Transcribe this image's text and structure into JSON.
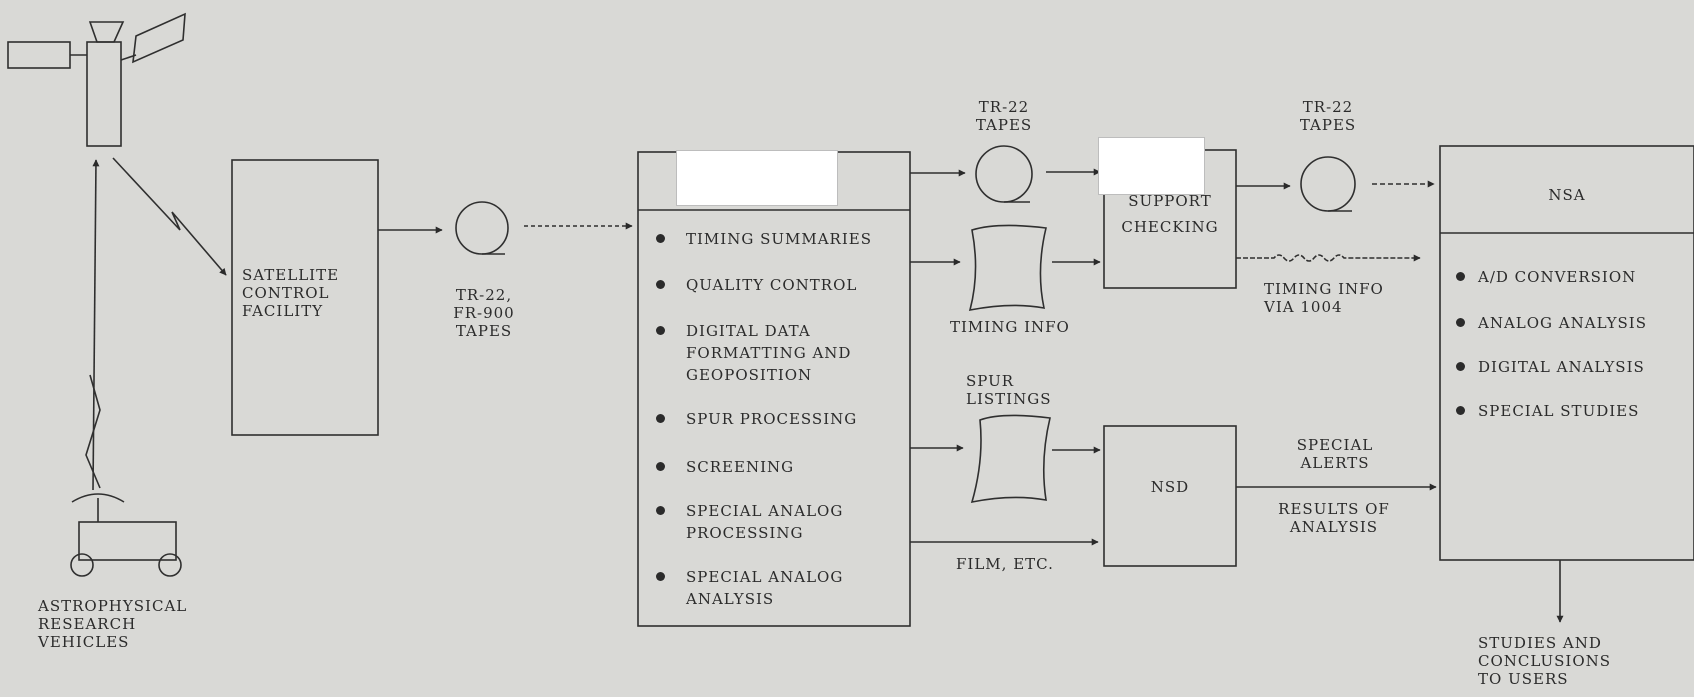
{
  "vehicles": {
    "label_lines": [
      "ASTROPHYSICAL",
      "RESEARCH",
      "VEHICLES"
    ]
  },
  "satellite_control": {
    "label_lines": [
      "SATELLITE",
      "CONTROL",
      "FACILITY"
    ]
  },
  "tapes_1": {
    "label_lines": [
      "TR-22,",
      "FR-900",
      "TAPES"
    ]
  },
  "processing": {
    "items": [
      {
        "lines": [
          "TIMING SUMMARIES"
        ]
      },
      {
        "lines": [
          "QUALITY CONTROL"
        ]
      },
      {
        "lines": [
          "DIGITAL DATA",
          "FORMATTING AND",
          "GEOPOSITION"
        ]
      },
      {
        "lines": [
          "SPUR PROCESSING"
        ]
      },
      {
        "lines": [
          "SCREENING"
        ]
      },
      {
        "lines": [
          "SPECIAL ANALOG",
          "PROCESSING"
        ]
      },
      {
        "lines": [
          "SPECIAL ANALOG",
          "ANALYSIS"
        ]
      }
    ]
  },
  "tapes_2": {
    "label_lines": [
      "TR-22",
      "TAPES"
    ]
  },
  "timing_info": {
    "label": "TIMING INFO"
  },
  "support": {
    "label_lines": [
      "SUPPORT",
      "CHECKING"
    ]
  },
  "tapes_3": {
    "label_lines": [
      "TR-22",
      "TAPES"
    ]
  },
  "timing_via": {
    "label_lines": [
      "TIMING INFO",
      "VIA 1004"
    ]
  },
  "spur": {
    "label_lines": [
      "SPUR",
      "LISTINGS"
    ]
  },
  "nsd": {
    "label": "NSD"
  },
  "film": {
    "label": "FILM, ETC."
  },
  "alerts": {
    "label_lines": [
      "SPECIAL",
      "ALERTS"
    ]
  },
  "results": {
    "label_lines": [
      "RESULTS OF",
      "ANALYSIS"
    ]
  },
  "nsa": {
    "title": "NSA",
    "items": [
      "A/D CONVERSION",
      "ANALOG ANALYSIS",
      "DIGITAL ANALYSIS",
      "SPECIAL STUDIES"
    ]
  },
  "studies": {
    "label_lines": [
      "STUDIES AND",
      "CONCLUSIONS",
      "TO USERS"
    ]
  }
}
